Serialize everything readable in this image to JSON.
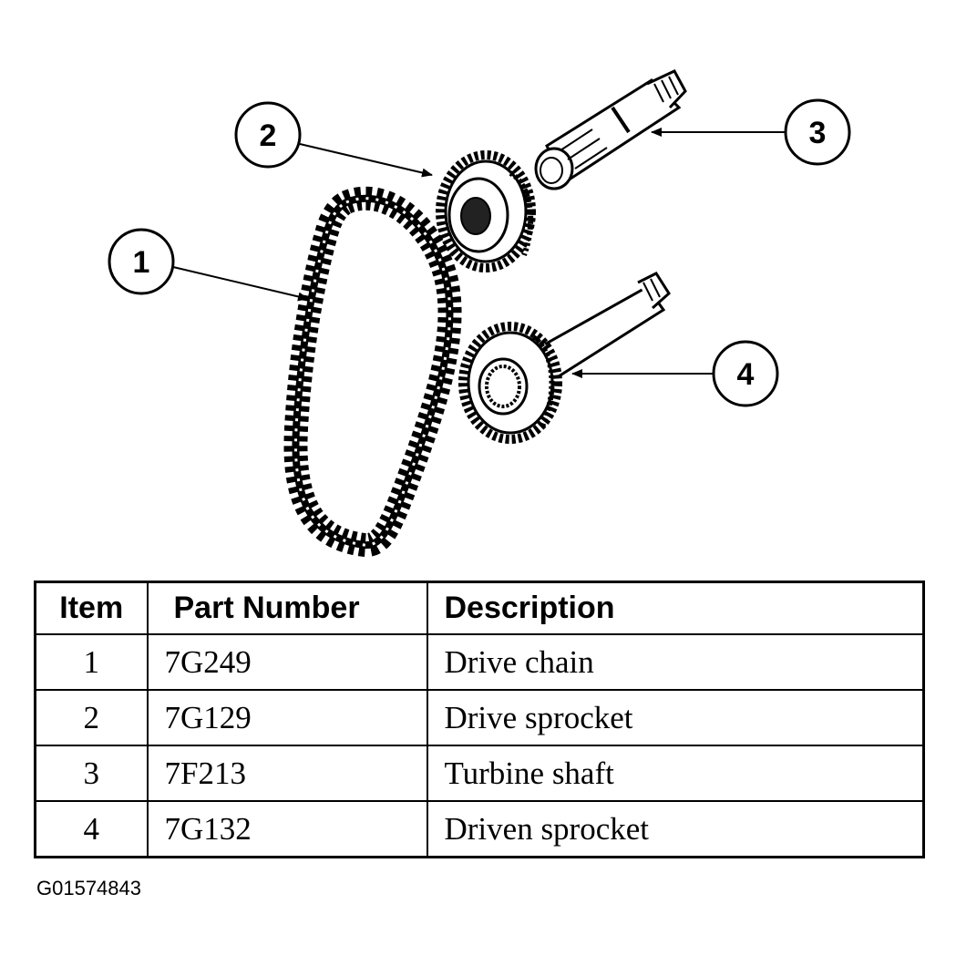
{
  "callouts": [
    "1",
    "2",
    "3",
    "4"
  ],
  "table": {
    "headers": [
      "Item",
      "Part Number",
      "Description"
    ],
    "rows": [
      {
        "item": "1",
        "part_number": "7G249",
        "description": "Drive chain"
      },
      {
        "item": "2",
        "part_number": "7G129",
        "description": "Drive sprocket"
      },
      {
        "item": "3",
        "part_number": "7F213",
        "description": "Turbine shaft"
      },
      {
        "item": "4",
        "part_number": "7G132",
        "description": "Driven sprocket"
      }
    ]
  },
  "figure_code": "G01574843"
}
